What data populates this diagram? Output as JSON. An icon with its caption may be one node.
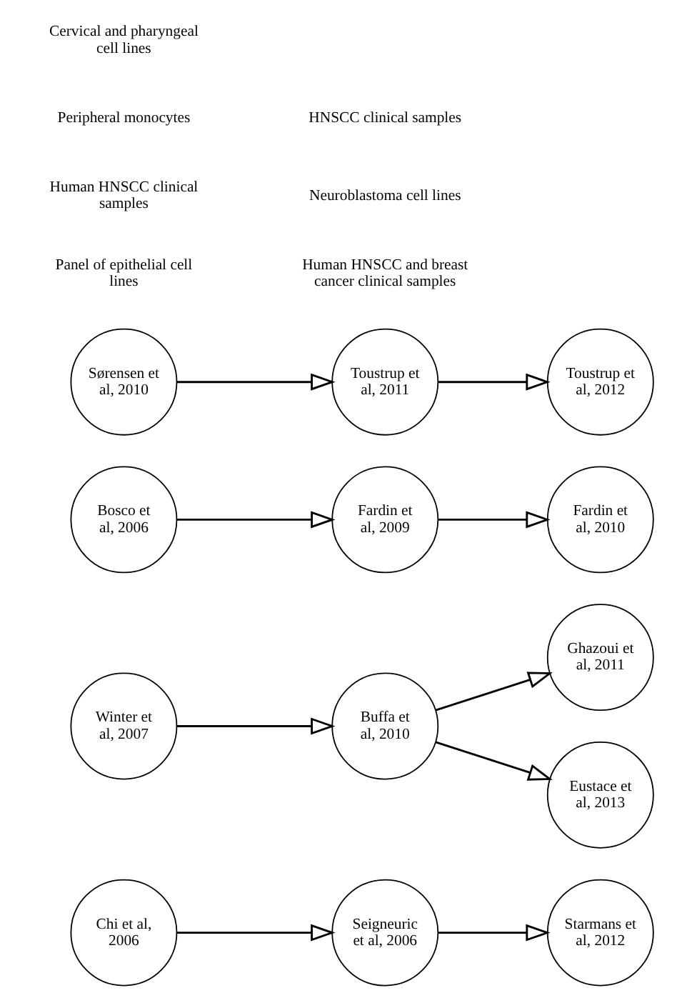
{
  "diagram": {
    "nodes": [
      {
        "text": [
          "Chi et al, 2006"
        ]
      },
      {
        "text": [
          "Seigneuric et al, 2006"
        ]
      },
      {
        "text": [
          "Starmans et al, 2012"
        ]
      },
      {
        "text": [
          "Ghazoui et al, 2011"
        ]
      },
      {
        "text": [
          "Winter et al, 2007"
        ]
      },
      {
        "text": [
          "Buffa et al, 2010"
        ]
      },
      {
        "text": [
          "Eustace et al, 2013"
        ]
      },
      {
        "text": [
          "Bosco et al, 2006"
        ]
      },
      {
        "text": [
          "Fardin et al, 2009"
        ]
      },
      {
        "text": [
          "Fardin et al, 2010"
        ]
      },
      {
        "text": [
          "Sørensen et al, 2010"
        ]
      },
      {
        "text": [
          "Toustrup et al, 2011"
        ]
      },
      {
        "text": [
          "Toustrup et al, 2012"
        ]
      }
    ],
    "edges": [
      {
        "from": 0,
        "to": 1,
        "arrow": "to"
      },
      {
        "from": 1,
        "to": 2,
        "arrow": "to"
      },
      {
        "from": 4,
        "to": 5,
        "arrow": "to"
      },
      {
        "from": 5,
        "to": 3,
        "arrow": "to"
      },
      {
        "from": 5,
        "to": 6,
        "arrow": "to"
      },
      {
        "from": 7,
        "to": 8,
        "arrow": "to"
      },
      {
        "from": 8,
        "to": 9,
        "arrow": "to"
      },
      {
        "from": 10,
        "to": 11,
        "arrow": "to"
      },
      {
        "from": 11,
        "to": 12,
        "arrow": "to"
      }
    ],
    "labels": [
      "Panel of epithelial cell lines",
      "Human HNSCC clinical samples",
      "Human HNSCC and breast cancer clinical samples",
      "Peripheral monocytes",
      "Neuroblastoma cell lines",
      "Cervical and pharyngeal cell lines",
      "HNSCC clinical samples"
    ]
  }
}
